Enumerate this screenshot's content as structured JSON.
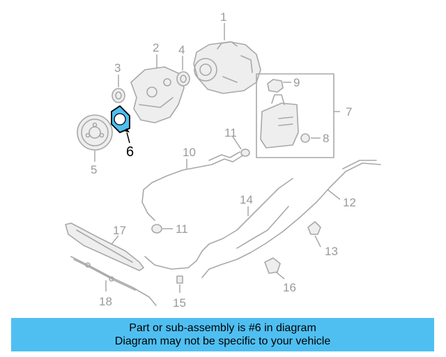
{
  "callouts": {
    "c1": "1",
    "c2": "2",
    "c3": "3",
    "c4": "4",
    "c5": "5",
    "c6": "6",
    "c7": "7",
    "c8": "8",
    "c9": "9",
    "c10": "10",
    "c11a": "11",
    "c11b": "11",
    "c12": "12",
    "c13": "13",
    "c14": "14",
    "c15": "15",
    "c16": "16",
    "c17": "17",
    "c18": "18"
  },
  "highlight": {
    "part": "6",
    "color": "#4fbff2"
  },
  "banner": {
    "line1": "Part or sub-assembly is #6 in diagram",
    "line2": "Diagram may not be specific to your vehicle",
    "color": "#4fbff2"
  }
}
